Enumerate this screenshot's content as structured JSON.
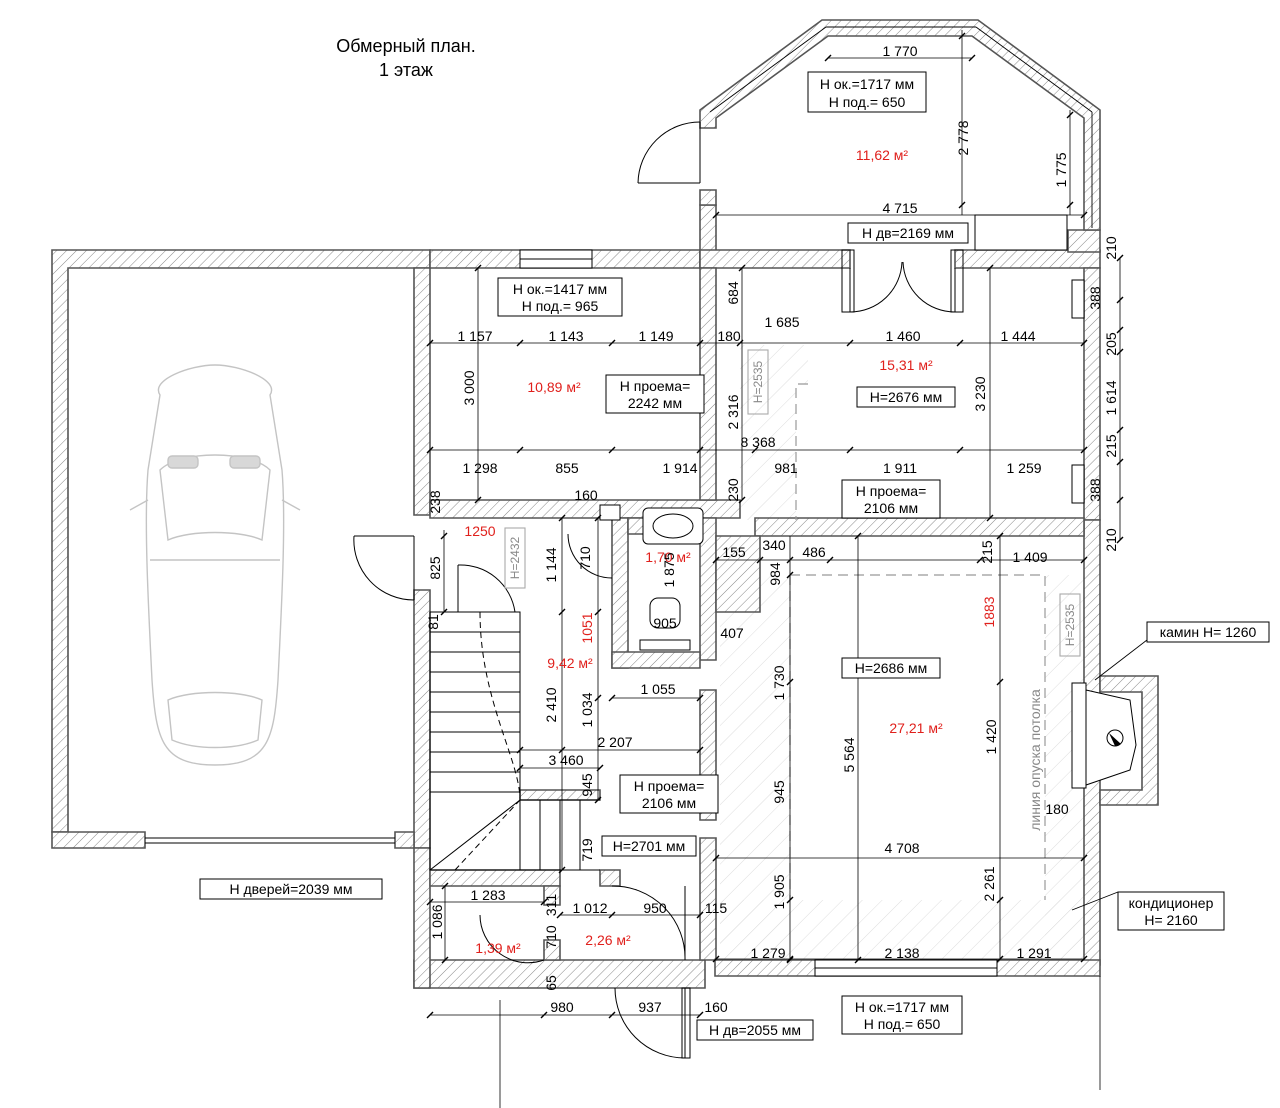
{
  "title": {
    "line1": "Обмерный план.",
    "line2": "1 этаж"
  },
  "info_boxes": {
    "bay_window": {
      "line1": "H ок.=1717 мм",
      "line2": "H под.= 650"
    },
    "bay_door": "H дв=2169 мм",
    "left_window": {
      "line1": "H ок.=1417 мм",
      "line2": "H под.= 965"
    },
    "left_opening": {
      "line1": "H проема=",
      "line2": "2242 мм"
    },
    "room_height_upper": "H=2676 мм",
    "right_opening": {
      "line1": "H проема=",
      "line2": "2106 мм"
    },
    "fireplace": "камин H= 1260",
    "living_height": "H=2686 мм",
    "hall_opening": {
      "line1": "H проема=",
      "line2": "2106 мм"
    },
    "hall_height": "H=2701 мм",
    "garage_door": "H дверей=2039 мм",
    "ac": {
      "line1": "кондиционер",
      "line2": "H= 2160"
    },
    "bottom_window": {
      "line1": "H ок.=1717 мм",
      "line2": "H под.= 650"
    },
    "entrance_door": "H дв=2055 мм"
  },
  "vertical_labels": {
    "h2535_upper": "H=2535",
    "h2432": "H=2432",
    "h2535_lower": "H=2535",
    "ceiling_line": "линия опуска потолка"
  },
  "areas": {
    "bay": "11,62 м²",
    "left_room": "10,89 м²",
    "right_room": "15,31 м²",
    "bath": "1,70 м²",
    "hall": "9,42 м²",
    "living": "27,21 м²",
    "wc1": "1,39 м²",
    "wc2": "2,26 м²"
  },
  "red_dims": {
    "d1250": "1250",
    "d1051": "1051",
    "d1883": "1883"
  },
  "dimensions": {
    "d1770": "1 770",
    "d2778": "2 778",
    "d1775": "1 775",
    "d4715": "4 715",
    "d684": "684",
    "d1157": "1 157",
    "d1143": "1 143",
    "d1149": "1 149",
    "d180a": "180",
    "d1685": "1 685",
    "d1460": "1 460",
    "d1444": "1 444",
    "d3000": "3 000",
    "d2316": "2 316",
    "d3230": "3 230",
    "d8368": "8 368",
    "d1298": "1 298",
    "d855": "855",
    "d1914": "1 914",
    "d981": "981",
    "d1911": "1 911",
    "d1259": "1 259",
    "d238": "238",
    "d160a": "160",
    "d230": "230",
    "d210a": "210",
    "d388a": "388",
    "d205": "205",
    "d1614": "1 614",
    "d215a": "215",
    "d388b": "388",
    "d210b": "210",
    "d155": "155",
    "d340": "340",
    "d486": "486",
    "d215b": "215",
    "d1409": "1 409",
    "d825": "825",
    "d81": "81",
    "d1144": "1 144",
    "d710a": "710",
    "d1875": "1 875",
    "d984": "984",
    "d905": "905",
    "d407": "407",
    "d2410": "2 410",
    "d1034": "1 034",
    "d1055": "1 055",
    "d1730": "1 730",
    "d5564": "5 564",
    "d1420": "1 420",
    "d2207": "2 207",
    "d3460": "3 460",
    "d945a": "945",
    "d945b": "945",
    "d719": "719",
    "d180b": "180",
    "d4708": "4 708",
    "d1283": "1 283",
    "d311": "311",
    "d1012": "1 012",
    "d950": "950",
    "d115": "115",
    "d1086": "1 086",
    "d710b": "710",
    "d1905": "1 905",
    "d2261": "2 261",
    "d1279": "1 279",
    "d2138": "2 138",
    "d1291": "1 291",
    "d65": "65",
    "d980": "980",
    "d937": "937",
    "d160b": "160"
  }
}
